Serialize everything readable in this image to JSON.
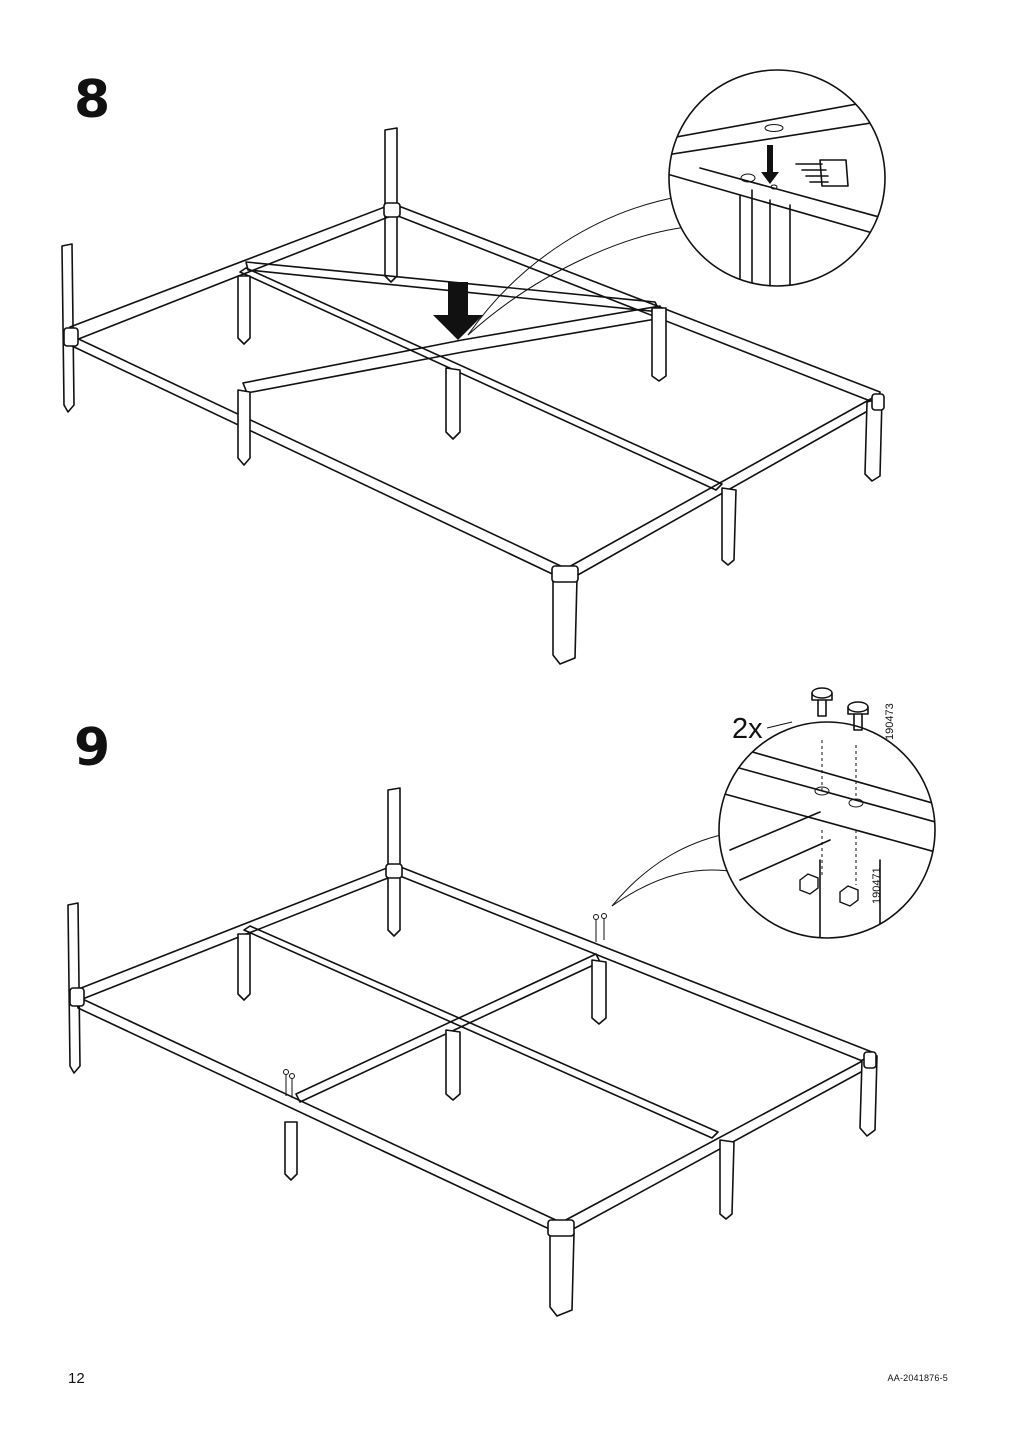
{
  "steps": [
    {
      "number": "8"
    },
    {
      "number": "9",
      "quantity_label": "2x",
      "part_top": "190473",
      "part_bottom": "190471"
    }
  ],
  "footer": {
    "page_number": "12",
    "doc_code": "AA-2041876-5"
  }
}
